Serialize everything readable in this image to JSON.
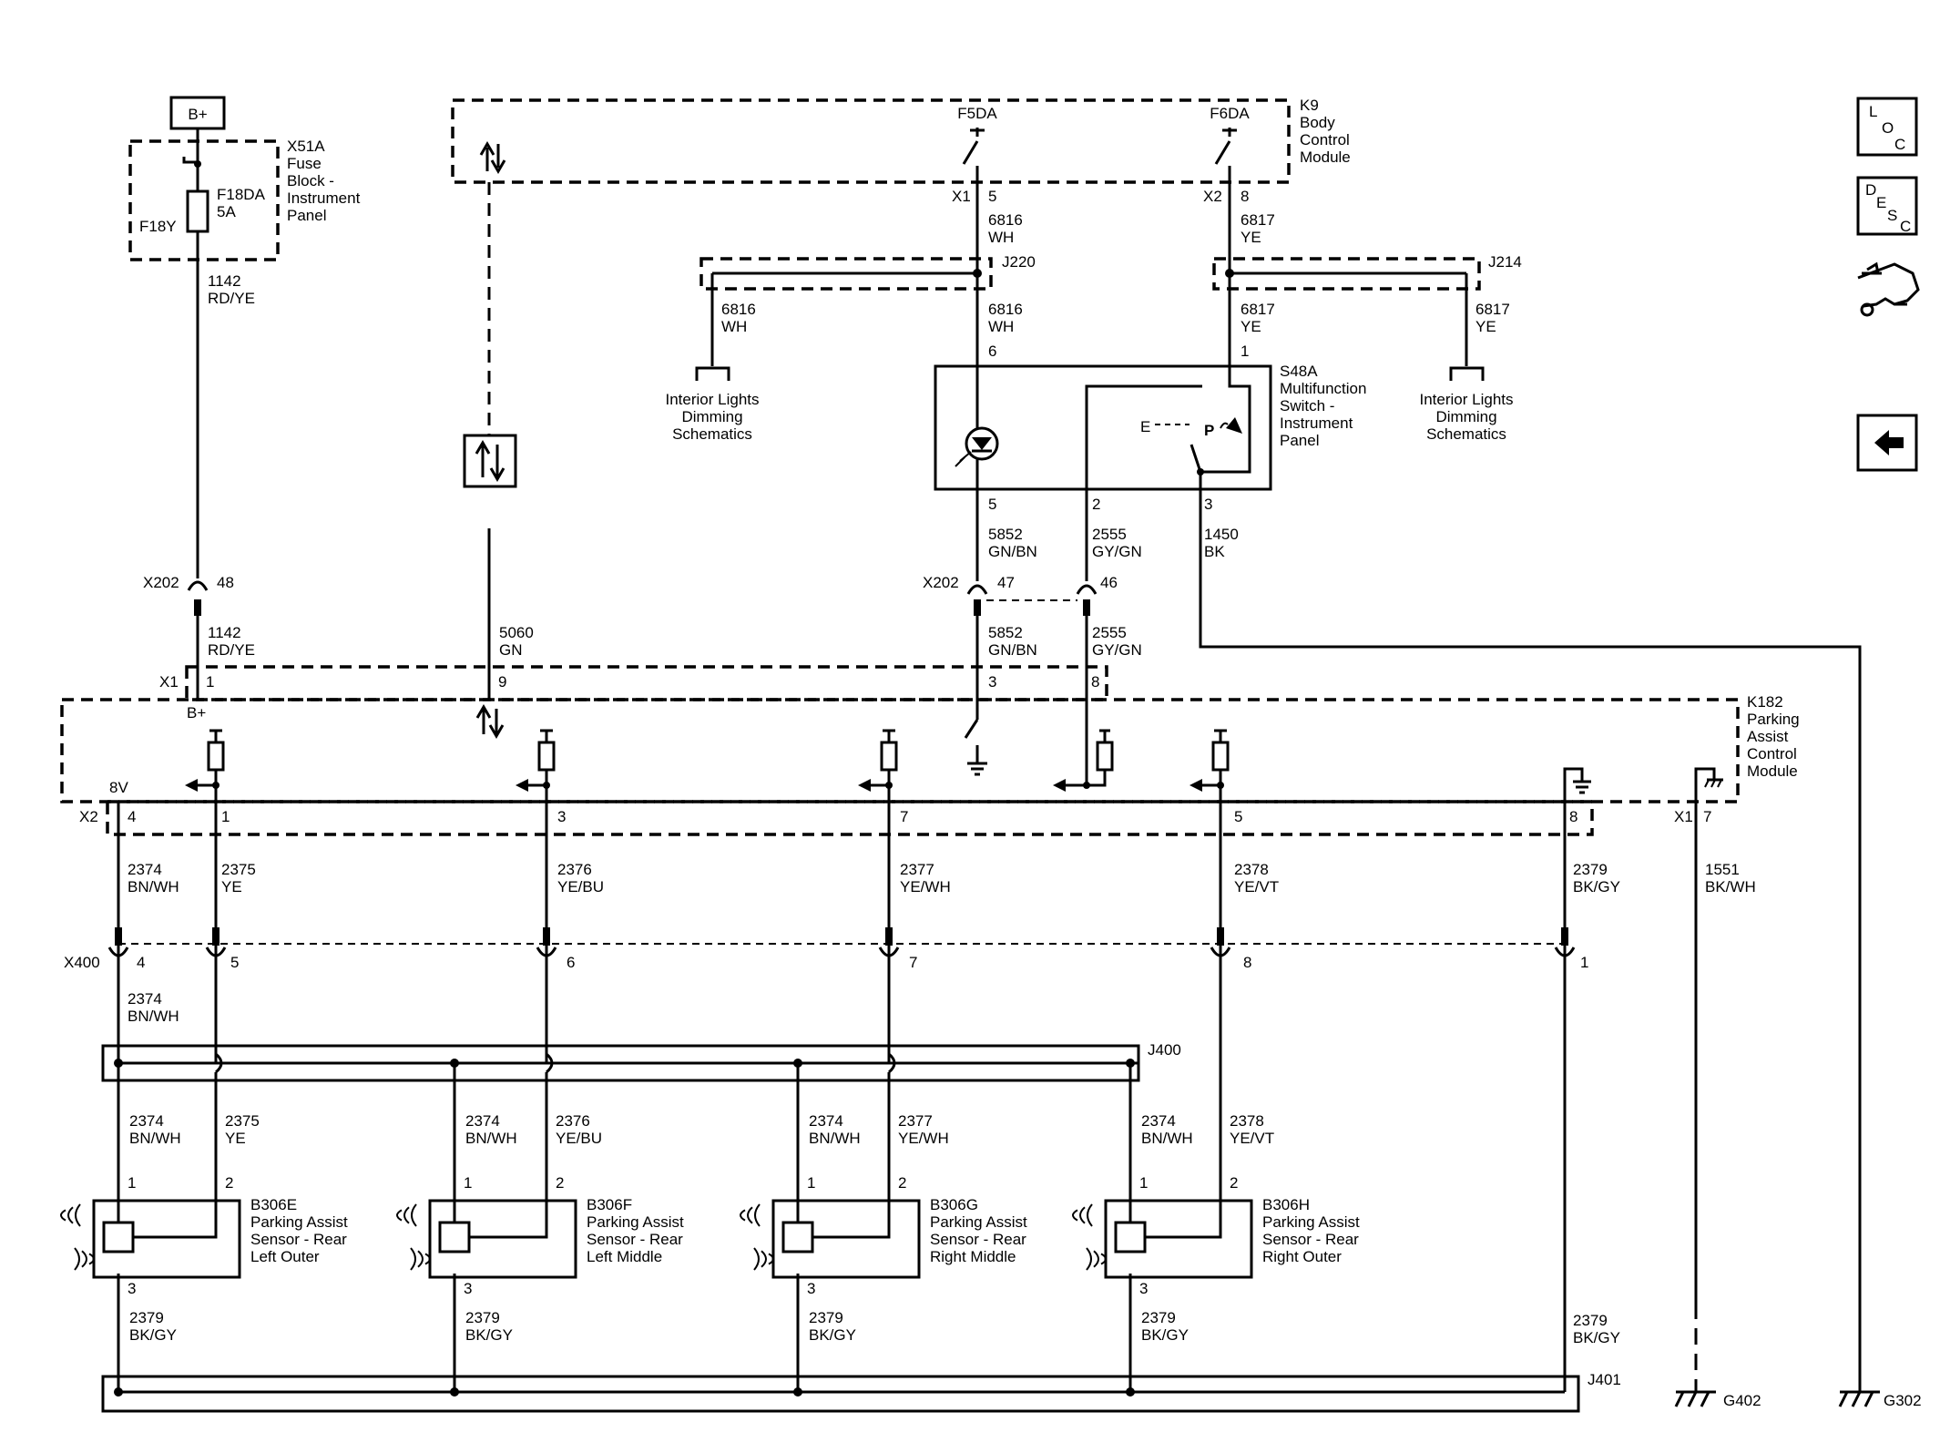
{
  "battery": "B+",
  "fuse_block": {
    "id": "X51A",
    "lines": [
      "Fuse",
      "Block -",
      "Instrument",
      "Panel"
    ],
    "fuse": "F18DA",
    "rating": "5A",
    "fuse_ref": "F18Y"
  },
  "bcm": {
    "id": "K9",
    "lines": [
      "Body",
      "Control",
      "Module"
    ],
    "out1": "F5DA",
    "out2": "F6DA",
    "conn1": "X1",
    "pin1": "5",
    "conn2": "X2",
    "pin2": "8"
  },
  "j220": "J220",
  "j214": "J214",
  "interior_left": [
    "Interior Lights",
    "Dimming",
    "Schematics"
  ],
  "interior_right": [
    "Interior Lights",
    "Dimming",
    "Schematics"
  ],
  "switch": {
    "id": "S48A",
    "lines": [
      "Multifunction",
      "Switch -",
      "Instrument",
      "Panel"
    ],
    "pin_top": "6",
    "pin_top_right": "1",
    "pin_b1": "5",
    "pin_b2": "2",
    "pin_b3": "3"
  },
  "wires": {
    "w6816a_n": "6816",
    "w6816a_c": "WH",
    "w6816b_n": "6816",
    "w6816b_c": "WH",
    "w6816c_n": "6816",
    "w6816c_c": "WH",
    "w6817a_n": "6817",
    "w6817a_c": "YE",
    "w6817b_n": "6817",
    "w6817b_c": "YE",
    "w6817c_n": "6817",
    "w6817c_c": "YE",
    "w1142a_n": "1142",
    "w1142a_c": "RD/YE",
    "w1142b_n": "1142",
    "w1142b_c": "RD/YE",
    "w5060_n": "5060",
    "w5060_c": "GN",
    "w5852a_n": "5852",
    "w5852a_c": "GN/BN",
    "w5852b_n": "5852",
    "w5852b_c": "GN/BN",
    "w2555a_n": "2555",
    "w2555a_c": "GY/GN",
    "w2555b_n": "2555",
    "w2555b_c": "GY/GN",
    "w1450_n": "1450",
    "w1450_c": "BK",
    "w1551_n": "1551",
    "w1551_c": "BK/WH"
  },
  "x202": {
    "label_left": "X202",
    "pin_left": "48",
    "label_mid": "X202",
    "pin_mid1": "47",
    "pin_mid2": "46"
  },
  "pcm": {
    "id": "K182",
    "lines": [
      "Parking",
      "Assist",
      "Control",
      "Module"
    ],
    "x1": "X1",
    "x1_pin1": "1",
    "x1_pin9": "9",
    "x1_pin3": "3",
    "x1_pin8": "8",
    "bplus": "B+",
    "v8": "8V",
    "x2": "X2",
    "x2_pins": [
      "4",
      "1",
      "3",
      "7",
      "5",
      "8"
    ],
    "x1b": "X1",
    "x1b_pin": "7"
  },
  "sensor_wires": [
    {
      "n": "2374",
      "c": "BN/WH"
    },
    {
      "n": "2375",
      "c": "YE"
    },
    {
      "n": "2376",
      "c": "YE/BU"
    },
    {
      "n": "2377",
      "c": "YE/WH"
    },
    {
      "n": "2378",
      "c": "YE/VT"
    },
    {
      "n": "2379",
      "c": "BK/GY"
    }
  ],
  "x400": {
    "label": "X400",
    "pins": [
      "4",
      "5",
      "6",
      "7",
      "8",
      "1"
    ],
    "below_n": "2374",
    "below_c": "BN/WH"
  },
  "j400": "J400",
  "j401": "J401",
  "sensors": [
    {
      "id": "B306E",
      "lines": [
        "Parking Assist",
        "Sensor - Rear",
        "Left Outer"
      ],
      "p1": "1",
      "p2": "2",
      "p3": "3",
      "w1n": "2374",
      "w1c": "BN/WH",
      "w2n": "2375",
      "w2c": "YE",
      "w3n": "2379",
      "w3c": "BK/GY"
    },
    {
      "id": "B306F",
      "lines": [
        "Parking Assist",
        "Sensor - Rear",
        "Left Middle"
      ],
      "p1": "1",
      "p2": "2",
      "p3": "3",
      "w1n": "2374",
      "w1c": "BN/WH",
      "w2n": "2376",
      "w2c": "YE/BU",
      "w3n": "2379",
      "w3c": "BK/GY"
    },
    {
      "id": "B306G",
      "lines": [
        "Parking Assist",
        "Sensor - Rear",
        "Right Middle"
      ],
      "p1": "1",
      "p2": "2",
      "p3": "3",
      "w1n": "2374",
      "w1c": "BN/WH",
      "w2n": "2377",
      "w2c": "YE/WH",
      "w3n": "2379",
      "w3c": "BK/GY"
    },
    {
      "id": "B306H",
      "lines": [
        "Parking Assist",
        "Sensor - Rear",
        "Right Outer"
      ],
      "p1": "1",
      "p2": "2",
      "p3": "3",
      "w1n": "2374",
      "w1c": "BN/WH",
      "w2n": "2378",
      "w2c": "YE/VT",
      "w3n": "2379",
      "w3c": "BK/GY"
    }
  ],
  "gnd_wire": {
    "n": "2379",
    "c": "BK/GY"
  },
  "grounds": [
    "G402",
    "G302"
  ],
  "nav": {
    "loc": [
      "L",
      "O",
      "C"
    ],
    "desc": [
      "D",
      "E",
      "S",
      "C"
    ],
    "icons": [
      "connector-repair-icon",
      "back-arrow-icon"
    ]
  }
}
